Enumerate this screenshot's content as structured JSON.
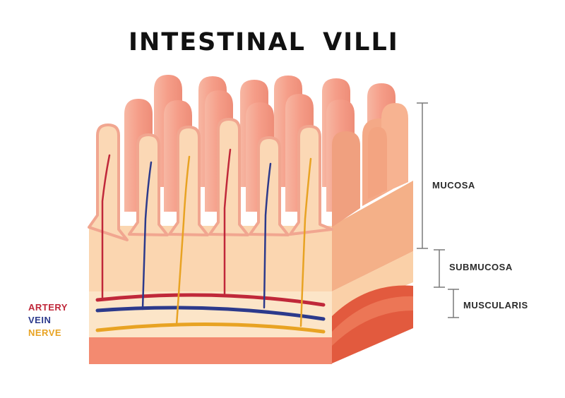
{
  "title": "INTESTINAL VILLI",
  "layers": [
    {
      "label": "MUCOSA"
    },
    {
      "label": "SUBMUCOSA"
    },
    {
      "label": "MUSCULARIS"
    }
  ],
  "legend": [
    {
      "label": "ARTERY",
      "color": "#c0283a"
    },
    {
      "label": "VEIN",
      "color": "#2c3a8c"
    },
    {
      "label": "NERVE",
      "color": "#e8a323"
    }
  ],
  "colors": {
    "villus_back": "#f2a28e",
    "villus_front": "#fbd8b5",
    "villus_outline": "#f1a690",
    "mucosa_front": "#fbd6b0",
    "mucosa_side": "#f4b088",
    "submucosa_front": "#fce5c8",
    "submucosa_side": "#fad0a8",
    "muscularis_front": "#f38a70",
    "muscularis_side": "#e25a3e"
  }
}
